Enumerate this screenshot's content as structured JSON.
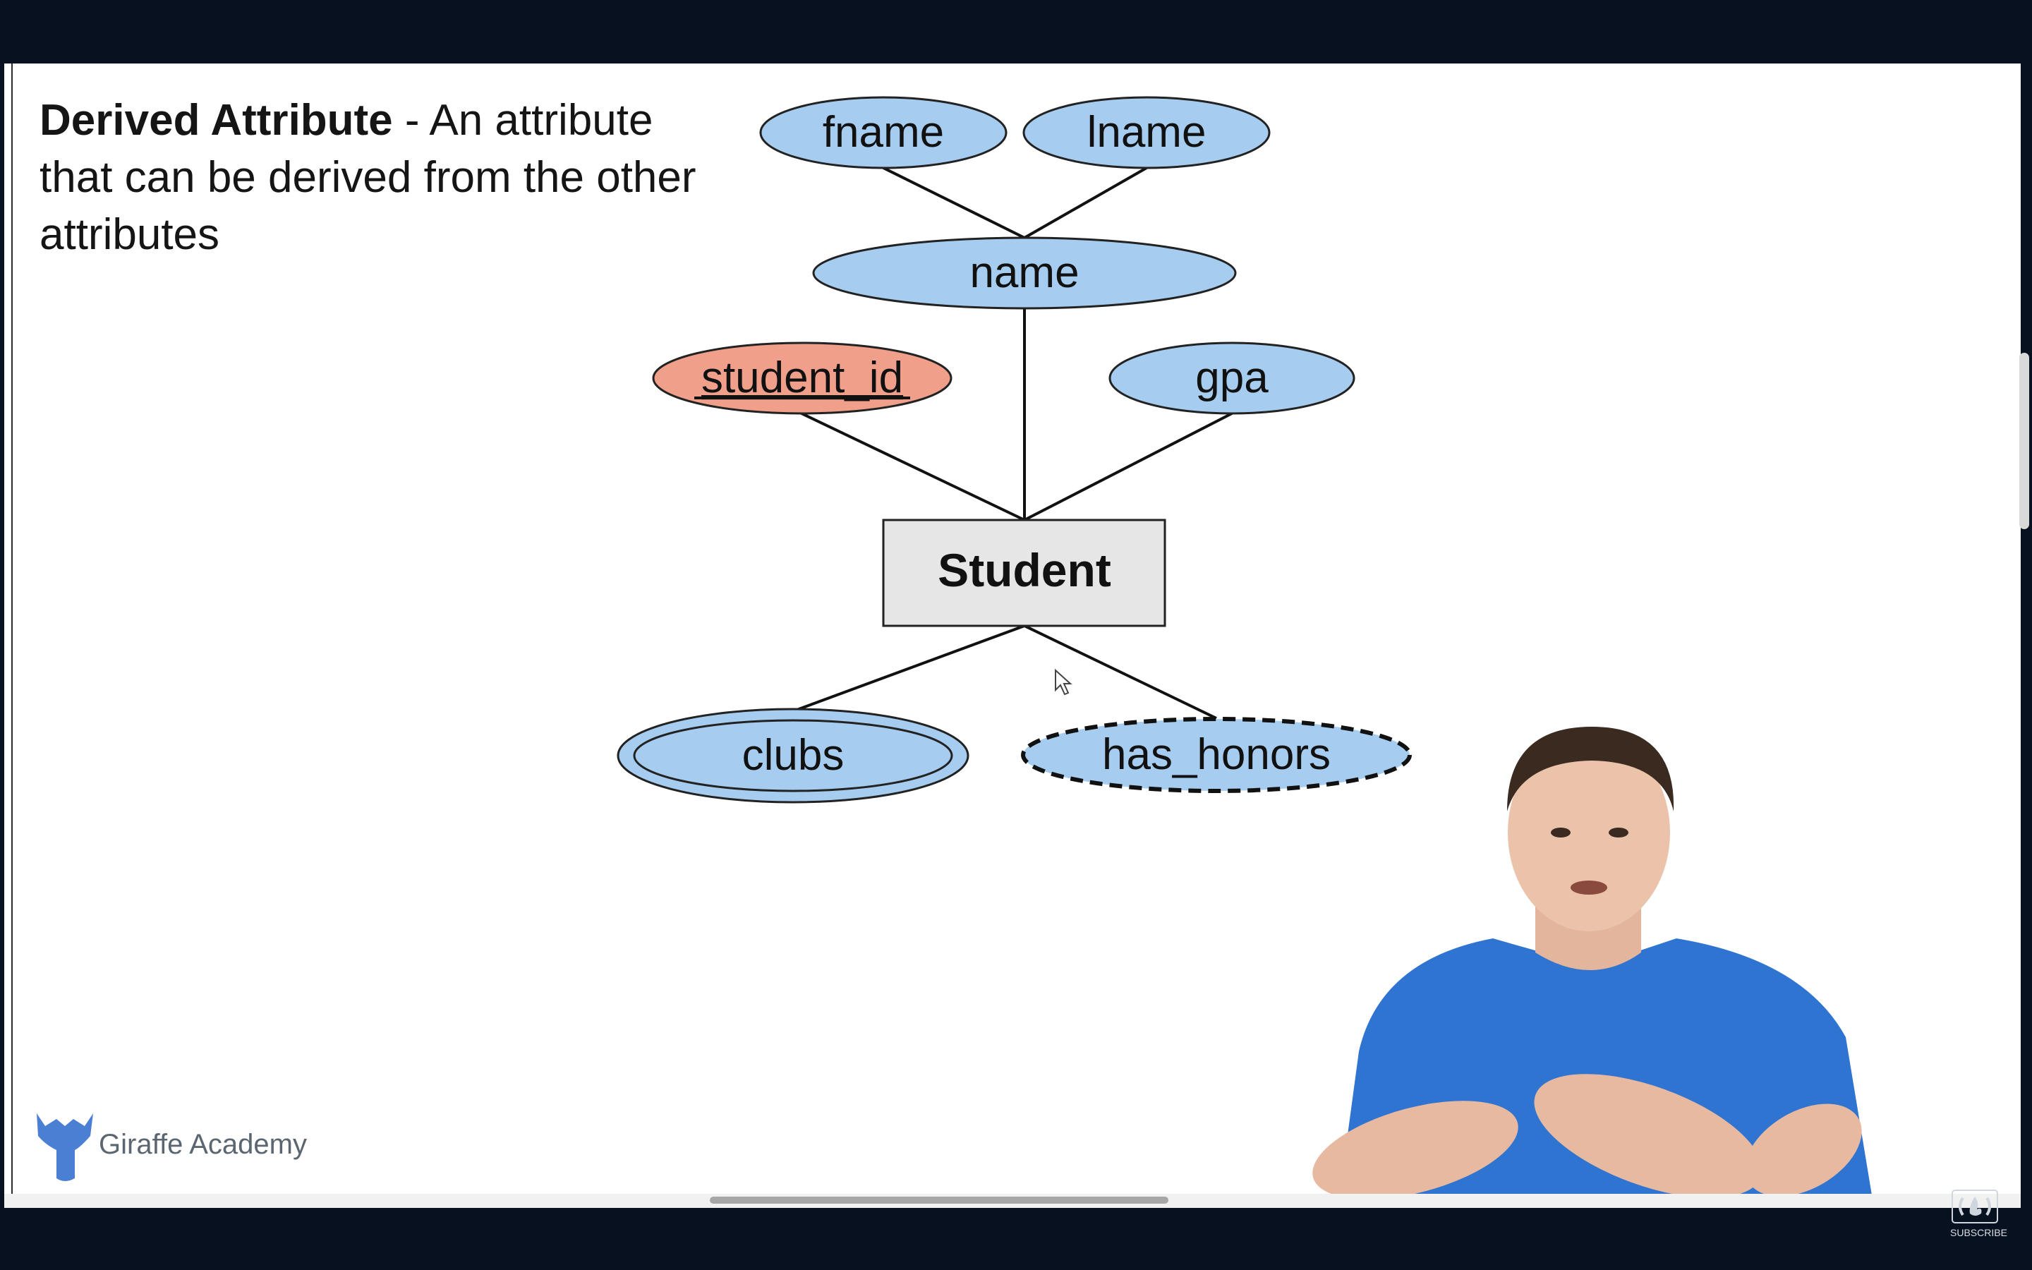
{
  "slide": {
    "heading_term": "Derived Attribute",
    "heading_rest": " - An attribute that can be derived from the other attributes"
  },
  "diagram": {
    "entity": "Student",
    "attributes": {
      "fname": "fname",
      "lname": "lname",
      "name": "name",
      "student_id": "student_id",
      "gpa": "gpa",
      "clubs": "clubs",
      "has_honors": "has_honors"
    }
  },
  "branding": {
    "logo_text": "Giraffe Academy"
  },
  "overlay": {
    "subscribe": "SUBSCRIBE"
  },
  "colors": {
    "attribute_fill": "#a6cdf0",
    "key_attribute_fill": "#f0a08a",
    "entity_fill": "#e6e6e6",
    "background_bar": "#08111f",
    "logo_blue": "#4a7fd4",
    "shirt_blue": "#2f74d0"
  }
}
